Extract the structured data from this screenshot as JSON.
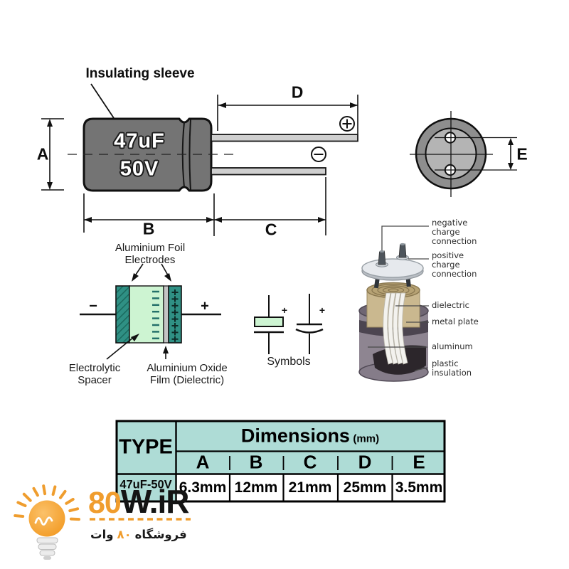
{
  "main_diagram": {
    "insulating_sleeve_label": "Insulating sleeve",
    "capacitance": "47uF",
    "voltage": "50V",
    "dim_a": "A",
    "dim_b": "B",
    "dim_c": "C",
    "dim_d": "D",
    "dim_e": "E",
    "positive_symbol": "+",
    "negative_symbol": "−"
  },
  "foil_diagram": {
    "title": "Aluminium Foil\nElectrodes",
    "negative": "−",
    "positive": "+",
    "spacer_label": "Electrolytic\nSpacer",
    "oxide_label": "Aluminium Oxide\nFilm (Dielectric)"
  },
  "symbols_section": {
    "plus_left": "+",
    "plus_right": "+",
    "caption": "Symbols"
  },
  "cutaway": {
    "negative_label": "negative\ncharge\nconnection",
    "positive_label": "positive\ncharge\nconnection",
    "dielectric_label": "dielectric",
    "metal_plate_label": "metal plate",
    "aluminum_label": "aluminum",
    "plastic_label": "plastic\ninsulation"
  },
  "table": {
    "type_header": "TYPE",
    "dimensions_header": "Dimensions",
    "unit": "(mm)",
    "columns": [
      "A",
      "B",
      "C",
      "D",
      "E"
    ],
    "row_type": "47uF-50V",
    "values": [
      "6.3mm",
      "12mm",
      "21mm",
      "25mm",
      "3.5mm"
    ]
  },
  "logo": {
    "number": "80",
    "domain": "W.iR",
    "tagline": [
      "فروشگاه",
      "٨٠",
      "وات"
    ]
  },
  "colors": {
    "accent_orange": "#f09d2e",
    "table_teal": "#aedcd6",
    "electrode_teal": "#2f9084",
    "spacer_green": "#cdf4d2",
    "capacitor_gray": "#747474"
  }
}
